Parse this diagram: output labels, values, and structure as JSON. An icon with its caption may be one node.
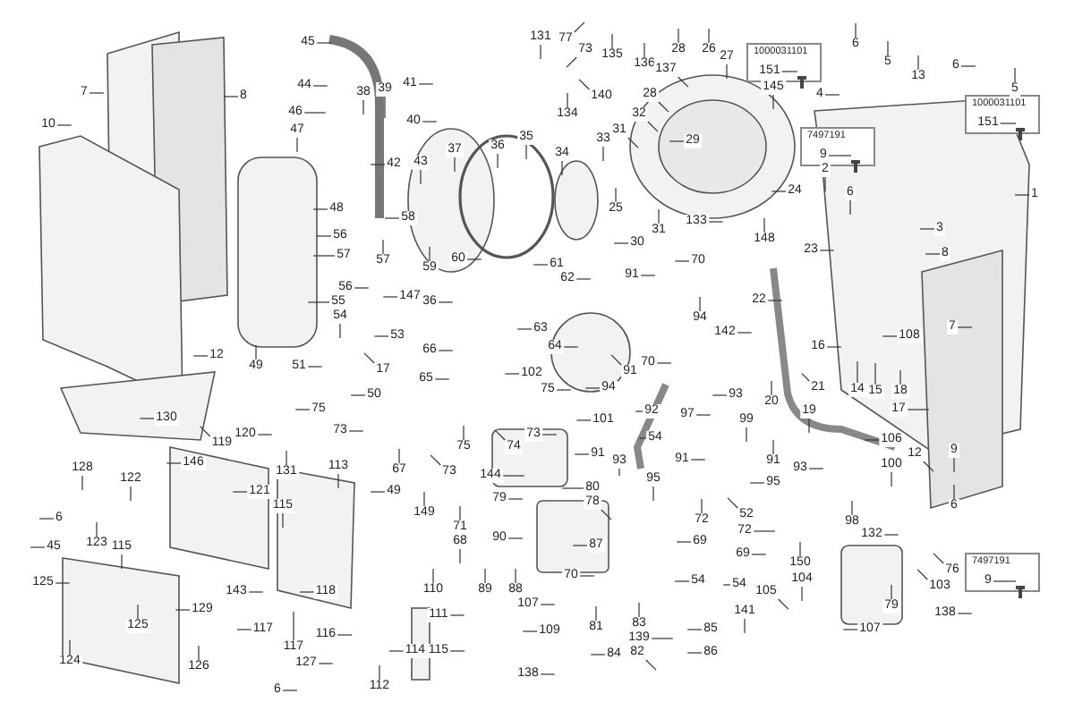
{
  "diagram": {
    "nodes": [
      {
        "text": [
          "131"
        ]
      },
      {
        "text": [
          "77"
        ]
      },
      {
        "text": [
          "28"
        ]
      },
      {
        "text": [
          "26"
        ]
      },
      {
        "text": [
          "27"
        ]
      },
      {
        "text": [
          "6"
        ]
      },
      {
        "text": [
          "45"
        ]
      },
      {
        "text": [
          "73"
        ]
      },
      {
        "text": [
          "135"
        ]
      },
      {
        "text": [
          "136"
        ]
      },
      {
        "text": [
          "137"
        ]
      },
      {
        "text": [
          "1000031101"
        ]
      },
      {
        "text": [
          "151"
        ],
        "in": 11
      },
      {
        "text": [
          "5"
        ]
      },
      {
        "text": [
          "6"
        ]
      },
      {
        "text": [
          "145"
        ]
      },
      {
        "text": [
          "4"
        ]
      },
      {
        "text": [
          "13"
        ]
      },
      {
        "text": [
          "44"
        ]
      },
      {
        "text": [
          "7"
        ]
      },
      {
        "text": [
          "8"
        ]
      },
      {
        "text": [
          "38"
        ]
      },
      {
        "text": [
          "39"
        ]
      },
      {
        "text": [
          "41"
        ]
      },
      {
        "text": [
          "5"
        ]
      },
      {
        "text": [
          "140"
        ]
      },
      {
        "text": [
          "28"
        ]
      },
      {
        "text": [
          "134"
        ]
      },
      {
        "text": [
          "46"
        ]
      },
      {
        "text": [
          "1000031101"
        ]
      },
      {
        "text": [
          "151"
        ],
        "in": 29
      },
      {
        "text": [
          "40"
        ]
      },
      {
        "text": [
          "10"
        ]
      },
      {
        "text": [
          "47"
        ]
      },
      {
        "text": [
          "33"
        ]
      },
      {
        "text": [
          "31"
        ]
      },
      {
        "text": [
          "32"
        ]
      },
      {
        "text": [
          "35"
        ]
      },
      {
        "text": [
          "36"
        ]
      },
      {
        "text": [
          "37"
        ]
      },
      {
        "text": [
          "34"
        ]
      },
      {
        "text": [
          "29"
        ]
      },
      {
        "text": [
          "7497191"
        ]
      },
      {
        "text": [
          "9"
        ],
        "in": 42
      },
      {
        "text": [
          "42"
        ]
      },
      {
        "text": [
          "43"
        ]
      },
      {
        "text": [
          "2"
        ]
      },
      {
        "text": [
          "24"
        ]
      },
      {
        "text": [
          "1"
        ]
      },
      {
        "text": [
          "6"
        ]
      },
      {
        "text": [
          "48"
        ]
      },
      {
        "text": [
          "25"
        ]
      },
      {
        "text": [
          "58"
        ]
      },
      {
        "text": [
          "133"
        ]
      },
      {
        "text": [
          "3"
        ]
      },
      {
        "text": [
          "31"
        ]
      },
      {
        "text": [
          "56"
        ]
      },
      {
        "text": [
          "148"
        ]
      },
      {
        "text": [
          "30"
        ]
      },
      {
        "text": [
          "23"
        ]
      },
      {
        "text": [
          "8"
        ]
      },
      {
        "text": [
          "57"
        ]
      },
      {
        "text": [
          "57"
        ]
      },
      {
        "text": [
          "60"
        ]
      },
      {
        "text": [
          "70"
        ]
      },
      {
        "text": [
          "59"
        ]
      },
      {
        "text": [
          "61"
        ]
      },
      {
        "text": [
          "91"
        ]
      },
      {
        "text": [
          "62"
        ]
      },
      {
        "text": [
          "56"
        ]
      },
      {
        "text": [
          "147"
        ]
      },
      {
        "text": [
          "22"
        ]
      },
      {
        "text": [
          "55"
        ]
      },
      {
        "text": [
          "36"
        ]
      },
      {
        "text": [
          "54"
        ]
      },
      {
        "text": [
          "94"
        ]
      },
      {
        "text": [
          "7"
        ]
      },
      {
        "text": [
          "63"
        ]
      },
      {
        "text": [
          "142"
        ]
      },
      {
        "text": [
          "53"
        ]
      },
      {
        "text": [
          "108"
        ]
      },
      {
        "text": [
          "16"
        ]
      },
      {
        "text": [
          "64"
        ]
      },
      {
        "text": [
          "66"
        ]
      },
      {
        "text": [
          "12"
        ]
      },
      {
        "text": [
          "70"
        ]
      },
      {
        "text": [
          "49"
        ]
      },
      {
        "text": [
          "51"
        ]
      },
      {
        "text": [
          "17"
        ]
      },
      {
        "text": [
          "102"
        ]
      },
      {
        "text": [
          "91"
        ]
      },
      {
        "text": [
          "65"
        ]
      },
      {
        "text": [
          "14"
        ]
      },
      {
        "text": [
          "15"
        ]
      },
      {
        "text": [
          "18"
        ]
      },
      {
        "text": [
          "21"
        ]
      },
      {
        "text": [
          "75"
        ]
      },
      {
        "text": [
          "94"
        ]
      },
      {
        "text": [
          "93"
        ]
      },
      {
        "text": [
          "50"
        ]
      },
      {
        "text": [
          "17"
        ]
      },
      {
        "text": [
          "20"
        ]
      },
      {
        "text": [
          "19"
        ]
      },
      {
        "text": [
          "75"
        ]
      },
      {
        "text": [
          "92"
        ]
      },
      {
        "text": [
          "97"
        ]
      },
      {
        "text": [
          "101"
        ]
      },
      {
        "text": [
          "99"
        ]
      },
      {
        "text": [
          "73"
        ]
      },
      {
        "text": [
          "73"
        ]
      },
      {
        "text": [
          "54"
        ]
      },
      {
        "text": [
          "106"
        ]
      },
      {
        "text": [
          "130"
        ]
      },
      {
        "text": [
          "119"
        ]
      },
      {
        "text": [
          "120"
        ]
      },
      {
        "text": [
          "74"
        ]
      },
      {
        "text": [
          "75"
        ]
      },
      {
        "text": [
          "12"
        ]
      },
      {
        "text": [
          "9"
        ]
      },
      {
        "text": [
          "91"
        ]
      },
      {
        "text": [
          "91"
        ]
      },
      {
        "text": [
          "91"
        ]
      },
      {
        "text": [
          "93"
        ]
      },
      {
        "text": [
          "93"
        ]
      },
      {
        "text": [
          "146"
        ]
      },
      {
        "text": [
          "113"
        ]
      },
      {
        "text": [
          "100"
        ]
      },
      {
        "text": [
          "128"
        ]
      },
      {
        "text": [
          "131"
        ]
      },
      {
        "text": [
          "67"
        ]
      },
      {
        "text": [
          "73"
        ]
      },
      {
        "text": [
          "144"
        ]
      },
      {
        "text": [
          "122"
        ]
      },
      {
        "text": [
          "95"
        ]
      },
      {
        "text": [
          "95"
        ]
      },
      {
        "text": [
          "80"
        ]
      },
      {
        "text": [
          "121"
        ]
      },
      {
        "text": [
          "49"
        ]
      },
      {
        "text": [
          "79"
        ]
      },
      {
        "text": [
          "78"
        ]
      },
      {
        "text": [
          "115"
        ]
      },
      {
        "text": [
          "6"
        ]
      },
      {
        "text": [
          "149"
        ]
      },
      {
        "text": [
          "52"
        ]
      },
      {
        "text": [
          "6"
        ]
      },
      {
        "text": [
          "72"
        ]
      },
      {
        "text": [
          "98"
        ]
      },
      {
        "text": [
          "71"
        ]
      },
      {
        "text": [
          "72"
        ]
      },
      {
        "text": [
          "132"
        ]
      },
      {
        "text": [
          "90"
        ]
      },
      {
        "text": [
          "68"
        ]
      },
      {
        "text": [
          "69"
        ]
      },
      {
        "text": [
          "123"
        ]
      },
      {
        "text": [
          "45"
        ]
      },
      {
        "text": [
          "115"
        ]
      },
      {
        "text": [
          "87"
        ]
      },
      {
        "text": [
          "69"
        ]
      },
      {
        "text": [
          "7497191"
        ]
      },
      {
        "text": [
          "9"
        ],
        "in": 158
      },
      {
        "text": [
          "150"
        ]
      },
      {
        "text": [
          "76"
        ]
      },
      {
        "text": [
          "70"
        ]
      },
      {
        "text": [
          "104"
        ]
      },
      {
        "text": [
          "54"
        ]
      },
      {
        "text": [
          "54"
        ]
      },
      {
        "text": [
          "125"
        ]
      },
      {
        "text": [
          "103"
        ]
      },
      {
        "text": [
          "89"
        ]
      },
      {
        "text": [
          "88"
        ]
      },
      {
        "text": [
          "110"
        ]
      },
      {
        "text": [
          "105"
        ]
      },
      {
        "text": [
          "118"
        ]
      },
      {
        "text": [
          "143"
        ]
      },
      {
        "text": [
          "129"
        ]
      },
      {
        "text": [
          "107"
        ]
      },
      {
        "text": [
          "79"
        ]
      },
      {
        "text": [
          "141"
        ]
      },
      {
        "text": [
          "138"
        ]
      },
      {
        "text": [
          "111"
        ]
      },
      {
        "text": [
          "125"
        ]
      },
      {
        "text": [
          "117"
        ]
      },
      {
        "text": [
          "81"
        ]
      },
      {
        "text": [
          "83"
        ]
      },
      {
        "text": [
          "85"
        ]
      },
      {
        "text": [
          "107"
        ]
      },
      {
        "text": [
          "109"
        ]
      },
      {
        "text": [
          "116"
        ]
      },
      {
        "text": [
          "139"
        ]
      },
      {
        "text": [
          "117"
        ]
      },
      {
        "text": [
          "114"
        ]
      },
      {
        "text": [
          "115"
        ]
      },
      {
        "text": [
          "82"
        ]
      },
      {
        "text": [
          "84"
        ]
      },
      {
        "text": [
          "86"
        ]
      },
      {
        "text": [
          "124"
        ]
      },
      {
        "text": [
          "127"
        ]
      },
      {
        "text": [
          "126"
        ]
      },
      {
        "text": [
          "138"
        ]
      },
      {
        "text": [
          "6"
        ]
      },
      {
        "text": [
          "112"
        ]
      },
      {
        "text": [],
        "shape": "picture",
        "in": 11
      },
      {
        "text": [],
        "shape": "picture",
        "in": 29
      },
      {
        "text": [],
        "shape": "picture",
        "in": 42
      },
      {
        "text": [],
        "shape": "picture",
        "in": 158
      }
    ],
    "edges": [
      {
        "from": 0,
        "to": null,
        "arrow": "none"
      },
      {
        "from": 1,
        "to": null,
        "arrow": "none"
      },
      {
        "from": 2,
        "to": null,
        "arrow": "none"
      },
      {
        "from": 3,
        "to": null,
        "arrow": "none"
      },
      {
        "from": 4,
        "to": null,
        "arrow": "none"
      },
      {
        "from": 5,
        "to": null,
        "arrow": "none"
      },
      {
        "from": 6,
        "to": null,
        "arrow": "none"
      },
      {
        "from": 7,
        "to": null,
        "arrow": "none"
      },
      {
        "from": 8,
        "to": null,
        "arrow": "none"
      },
      {
        "from": 9,
        "to": null,
        "arrow": "none"
      },
      {
        "from": 10,
        "to": null,
        "arrow": "none"
      },
      {
        "from": 12,
        "to": 201,
        "arrow": "none"
      },
      {
        "from": 13,
        "to": null,
        "arrow": "none"
      },
      {
        "from": 14,
        "to": null,
        "arrow": "none"
      },
      {
        "from": 15,
        "to": null,
        "arrow": "none"
      },
      {
        "from": 16,
        "to": null,
        "arrow": "none"
      },
      {
        "from": 17,
        "to": null,
        "arrow": "none"
      },
      {
        "from": 18,
        "to": null,
        "arrow": "none"
      },
      {
        "from": 19,
        "to": null,
        "arrow": "none"
      },
      {
        "from": 20,
        "to": null,
        "arrow": "none"
      },
      {
        "from": 21,
        "to": null,
        "arrow": "none"
      },
      {
        "from": 22,
        "to": null,
        "arrow": "none"
      },
      {
        "from": 23,
        "to": null,
        "arrow": "none"
      },
      {
        "from": 24,
        "to": null,
        "arrow": "none"
      },
      {
        "from": 25,
        "to": null,
        "arrow": "none"
      },
      {
        "from": 26,
        "to": null,
        "arrow": "none"
      },
      {
        "from": 27,
        "to": null,
        "arrow": "none"
      },
      {
        "from": 28,
        "to": null,
        "arrow": "none"
      },
      {
        "from": 30,
        "to": 202,
        "arrow": "none"
      },
      {
        "from": 31,
        "to": null,
        "arrow": "none"
      },
      {
        "from": 32,
        "to": null,
        "arrow": "none"
      },
      {
        "from": 33,
        "to": null,
        "arrow": "none"
      },
      {
        "from": 34,
        "to": null,
        "arrow": "none"
      },
      {
        "from": 35,
        "to": null,
        "arrow": "none"
      },
      {
        "from": 36,
        "to": null,
        "arrow": "none"
      },
      {
        "from": 37,
        "to": null,
        "arrow": "none"
      },
      {
        "from": 38,
        "to": null,
        "arrow": "none"
      },
      {
        "from": 39,
        "to": null,
        "arrow": "none"
      },
      {
        "from": 40,
        "to": null,
        "arrow": "none"
      },
      {
        "from": 41,
        "to": null,
        "arrow": "none"
      },
      {
        "from": 43,
        "to": 203,
        "arrow": "none"
      },
      {
        "from": 44,
        "to": null,
        "arrow": "none"
      },
      {
        "from": 45,
        "to": null,
        "arrow": "none"
      },
      {
        "from": 46,
        "to": null,
        "arrow": "none"
      },
      {
        "from": 47,
        "to": null,
        "arrow": "none"
      },
      {
        "from": 48,
        "to": null,
        "arrow": "none"
      },
      {
        "from": 49,
        "to": null,
        "arrow": "none"
      },
      {
        "from": 50,
        "to": null,
        "arrow": "none"
      },
      {
        "from": 51,
        "to": null,
        "arrow": "none"
      },
      {
        "from": 52,
        "to": null,
        "arrow": "none"
      },
      {
        "from": 53,
        "to": null,
        "arrow": "none"
      },
      {
        "from": 54,
        "to": null,
        "arrow": "none"
      },
      {
        "from": 55,
        "to": null,
        "arrow": "none"
      },
      {
        "from": 56,
        "to": null,
        "arrow": "none"
      },
      {
        "from": 57,
        "to": null,
        "arrow": "none"
      },
      {
        "from": 58,
        "to": null,
        "arrow": "none"
      },
      {
        "from": 59,
        "to": null,
        "arrow": "none"
      },
      {
        "from": 60,
        "to": null,
        "arrow": "none"
      },
      {
        "from": 61,
        "to": null,
        "arrow": "none"
      },
      {
        "from": 62,
        "to": null,
        "arrow": "none"
      },
      {
        "from": 63,
        "to": null,
        "arrow": "none"
      },
      {
        "from": 64,
        "to": null,
        "arrow": "none"
      },
      {
        "from": 65,
        "to": null,
        "arrow": "none"
      },
      {
        "from": 66,
        "to": null,
        "arrow": "none"
      },
      {
        "from": 67,
        "to": null,
        "arrow": "none"
      },
      {
        "from": 68,
        "to": null,
        "arrow": "none"
      },
      {
        "from": 69,
        "to": null,
        "arrow": "none"
      },
      {
        "from": 70,
        "to": null,
        "arrow": "none"
      },
      {
        "from": 71,
        "to": null,
        "arrow": "none"
      },
      {
        "from": 72,
        "to": null,
        "arrow": "none"
      },
      {
        "from": 73,
        "to": null,
        "arrow": "none"
      },
      {
        "from": 74,
        "to": null,
        "arrow": "none"
      },
      {
        "from": 75,
        "to": null,
        "arrow": "none"
      },
      {
        "from": 76,
        "to": null,
        "arrow": "none"
      },
      {
        "from": 77,
        "to": null,
        "arrow": "none"
      },
      {
        "from": 78,
        "to": null,
        "arrow": "none"
      },
      {
        "from": 79,
        "to": null,
        "arrow": "none"
      },
      {
        "from": 80,
        "to": null,
        "arrow": "none"
      },
      {
        "from": 81,
        "to": null,
        "arrow": "none"
      },
      {
        "from": 82,
        "to": null,
        "arrow": "none"
      },
      {
        "from": 83,
        "to": null,
        "arrow": "none"
      },
      {
        "from": 84,
        "to": null,
        "arrow": "none"
      },
      {
        "from": 85,
        "to": null,
        "arrow": "none"
      },
      {
        "from": 86,
        "to": null,
        "arrow": "none"
      },
      {
        "from": 87,
        "to": null,
        "arrow": "none"
      },
      {
        "from": 88,
        "to": null,
        "arrow": "none"
      },
      {
        "from": 89,
        "to": null,
        "arrow": "none"
      },
      {
        "from": 90,
        "to": null,
        "arrow": "none"
      },
      {
        "from": 91,
        "to": null,
        "arrow": "none"
      },
      {
        "from": 92,
        "to": null,
        "arrow": "none"
      },
      {
        "from": 93,
        "to": null,
        "arrow": "none"
      },
      {
        "from": 94,
        "to": null,
        "arrow": "none"
      },
      {
        "from": 95,
        "to": null,
        "arrow": "none"
      },
      {
        "from": 96,
        "to": null,
        "arrow": "none"
      },
      {
        "from": 97,
        "to": null,
        "arrow": "none"
      },
      {
        "from": 98,
        "to": null,
        "arrow": "none"
      },
      {
        "from": 99,
        "to": null,
        "arrow": "none"
      },
      {
        "from": 100,
        "to": null,
        "arrow": "none"
      },
      {
        "from": 101,
        "to": null,
        "arrow": "none"
      },
      {
        "from": 102,
        "to": null,
        "arrow": "none"
      },
      {
        "from": 103,
        "to": null,
        "arrow": "none"
      },
      {
        "from": 104,
        "to": null,
        "arrow": "none"
      },
      {
        "from": 105,
        "to": null,
        "arrow": "none"
      },
      {
        "from": 106,
        "to": null,
        "arrow": "none"
      },
      {
        "from": 107,
        "to": null,
        "arrow": "none"
      },
      {
        "from": 108,
        "to": null,
        "arrow": "none"
      },
      {
        "from": 109,
        "to": null,
        "arrow": "none"
      },
      {
        "from": 110,
        "to": null,
        "arrow": "none"
      },
      {
        "from": 111,
        "to": null,
        "arrow": "none"
      },
      {
        "from": 112,
        "to": null,
        "arrow": "none"
      },
      {
        "from": 113,
        "to": null,
        "arrow": "none"
      },
      {
        "from": 114,
        "to": null,
        "arrow": "none"
      },
      {
        "from": 115,
        "to": null,
        "arrow": "none"
      },
      {
        "from": 116,
        "to": null,
        "arrow": "none"
      },
      {
        "from": 117,
        "to": null,
        "arrow": "none"
      },
      {
        "from": 118,
        "to": null,
        "arrow": "none"
      },
      {
        "from": 119,
        "to": null,
        "arrow": "none"
      },
      {
        "from": 120,
        "to": null,
        "arrow": "none"
      },
      {
        "from": 121,
        "to": null,
        "arrow": "none"
      },
      {
        "from": 122,
        "to": null,
        "arrow": "none"
      },
      {
        "from": 123,
        "to": null,
        "arrow": "none"
      },
      {
        "from": 124,
        "to": null,
        "arrow": "none"
      },
      {
        "from": 125,
        "to": null,
        "arrow": "none"
      },
      {
        "from": 126,
        "to": null,
        "arrow": "none"
      },
      {
        "from": 127,
        "to": null,
        "arrow": "none"
      },
      {
        "from": 128,
        "to": null,
        "arrow": "none"
      },
      {
        "from": 129,
        "to": null,
        "arrow": "none"
      },
      {
        "from": 130,
        "to": null,
        "arrow": "none"
      },
      {
        "from": 131,
        "to": null,
        "arrow": "none"
      },
      {
        "from": 132,
        "to": null,
        "arrow": "none"
      },
      {
        "from": 133,
        "to": null,
        "arrow": "none"
      },
      {
        "from": 134,
        "to": null,
        "arrow": "none"
      },
      {
        "from": 135,
        "to": null,
        "arrow": "none"
      },
      {
        "from": 136,
        "to": null,
        "arrow": "none"
      },
      {
        "from": 137,
        "to": null,
        "arrow": "none"
      },
      {
        "from": 138,
        "to": null,
        "arrow": "none"
      },
      {
        "from": 139,
        "to": null,
        "arrow": "none"
      },
      {
        "from": 140,
        "to": null,
        "arrow": "none"
      },
      {
        "from": 141,
        "to": null,
        "arrow": "none"
      },
      {
        "from": 142,
        "to": null,
        "arrow": "none"
      },
      {
        "from": 143,
        "to": null,
        "arrow": "none"
      },
      {
        "from": 144,
        "to": null,
        "arrow": "none"
      },
      {
        "from": 145,
        "to": null,
        "arrow": "none"
      },
      {
        "from": 146,
        "to": null,
        "arrow": "none"
      },
      {
        "from": 147,
        "to": null,
        "arrow": "none"
      },
      {
        "from": 148,
        "to": null,
        "arrow": "none"
      },
      {
        "from": 149,
        "to": null,
        "arrow": "none"
      },
      {
        "from": 150,
        "to": null,
        "arrow": "none"
      },
      {
        "from": 151,
        "to": null,
        "arrow": "none"
      },
      {
        "from": 152,
        "to": null,
        "arrow": "none"
      },
      {
        "from": 153,
        "to": null,
        "arrow": "none"
      },
      {
        "from": 154,
        "to": null,
        "arrow": "none"
      },
      {
        "from": 155,
        "to": null,
        "arrow": "none"
      },
      {
        "from": 156,
        "to": null,
        "arrow": "none"
      },
      {
        "from": 157,
        "to": null,
        "arrow": "none"
      },
      {
        "from": 159,
        "to": 204,
        "arrow": "none"
      },
      {
        "from": 160,
        "to": null,
        "arrow": "none"
      },
      {
        "from": 161,
        "to": null,
        "arrow": "none"
      },
      {
        "from": 162,
        "to": null,
        "arrow": "none"
      },
      {
        "from": 163,
        "to": null,
        "arrow": "none"
      },
      {
        "from": 164,
        "to": null,
        "arrow": "none"
      },
      {
        "from": 165,
        "to": null,
        "arrow": "none"
      },
      {
        "from": 166,
        "to": null,
        "arrow": "none"
      },
      {
        "from": 167,
        "to": null,
        "arrow": "none"
      },
      {
        "from": 168,
        "to": null,
        "arrow": "none"
      },
      {
        "from": 169,
        "to": null,
        "arrow": "none"
      },
      {
        "from": 170,
        "to": null,
        "arrow": "none"
      },
      {
        "from": 171,
        "to": null,
        "arrow": "none"
      },
      {
        "from": 172,
        "to": null,
        "arrow": "none"
      },
      {
        "from": 173,
        "to": null,
        "arrow": "none"
      },
      {
        "from": 174,
        "to": null,
        "arrow": "none"
      },
      {
        "from": 175,
        "to": null,
        "arrow": "none"
      },
      {
        "from": 176,
        "to": null,
        "arrow": "none"
      },
      {
        "from": 177,
        "to": null,
        "arrow": "none"
      },
      {
        "from": 178,
        "to": null,
        "arrow": "none"
      },
      {
        "from": 179,
        "to": null,
        "arrow": "none"
      },
      {
        "from": 180,
        "to": null,
        "arrow": "none"
      },
      {
        "from": 181,
        "to": null,
        "arrow": "none"
      },
      {
        "from": 182,
        "to": null,
        "arrow": "none"
      },
      {
        "from": 183,
        "to": null,
        "arrow": "none"
      },
      {
        "from": 184,
        "to": null,
        "arrow": "none"
      },
      {
        "from": 185,
        "to": null,
        "arrow": "none"
      },
      {
        "from": 186,
        "to": null,
        "arrow": "none"
      },
      {
        "from": 187,
        "to": null,
        "arrow": "none"
      },
      {
        "from": 188,
        "to": null,
        "arrow": "none"
      },
      {
        "from": 189,
        "to": null,
        "arrow": "none"
      },
      {
        "from": 190,
        "to": null,
        "arrow": "none"
      },
      {
        "from": 191,
        "to": null,
        "arrow": "none"
      },
      {
        "from": 192,
        "to": null,
        "arrow": "none"
      },
      {
        "from": 193,
        "to": null,
        "arrow": "none"
      },
      {
        "from": 194,
        "to": null,
        "arrow": "none"
      },
      {
        "from": 195,
        "to": null,
        "arrow": "none"
      },
      {
        "from": 196,
        "to": null,
        "arrow": "none"
      },
      {
        "from": 197,
        "to": null,
        "arrow": "none"
      },
      {
        "from": 198,
        "to": null,
        "arrow": "none"
      },
      {
        "from": 199,
        "to": null,
        "arrow": "none"
      },
      {
        "from": 200,
        "to": null,
        "arrow": "none"
      }
    ]
  }
}
